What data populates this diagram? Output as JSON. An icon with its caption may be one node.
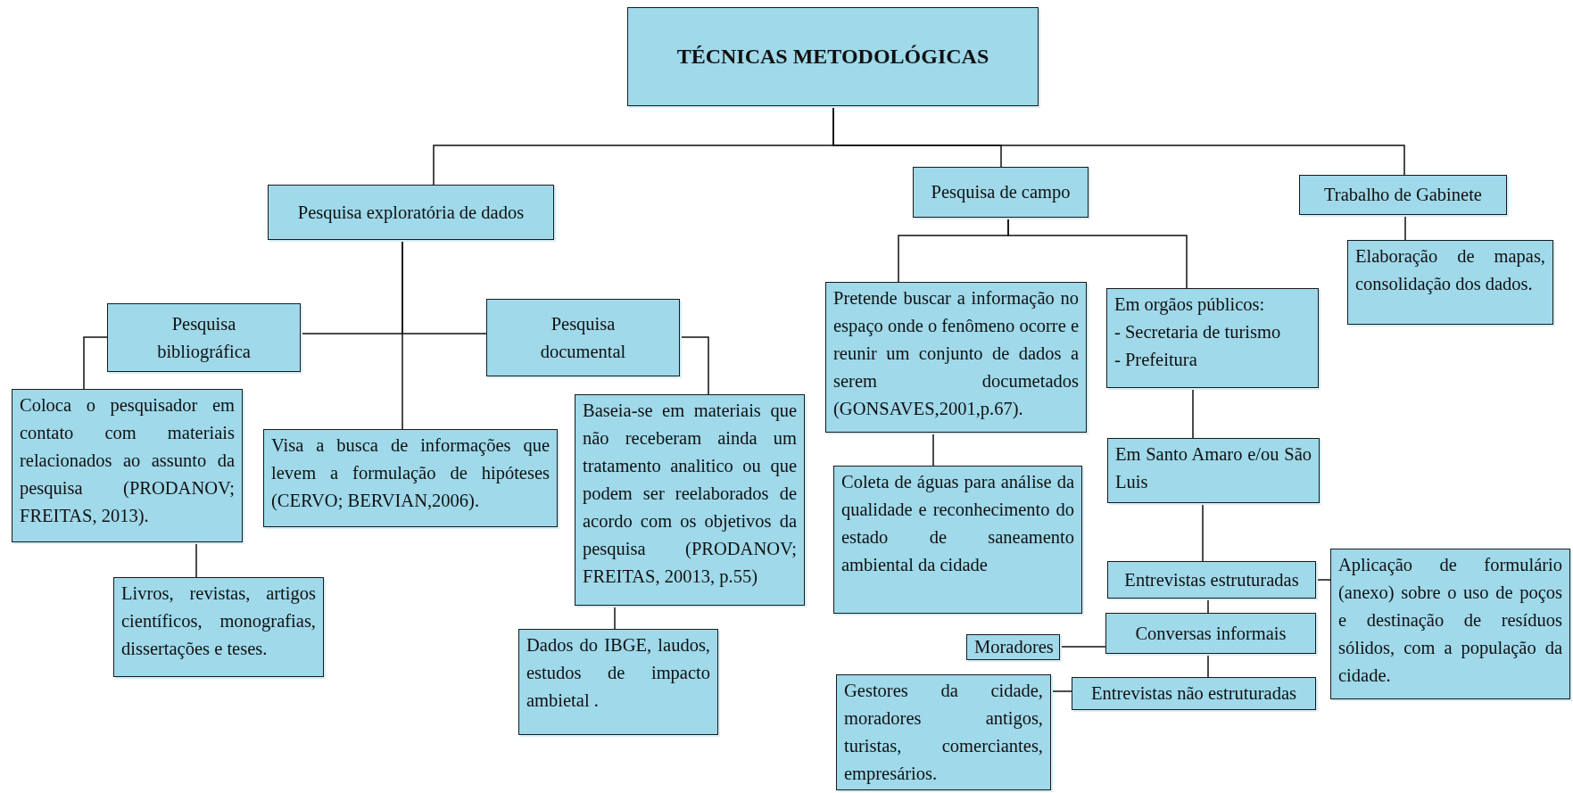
{
  "diagram": {
    "nodes": [
      {
        "text": [
          "TÉCNICAS METODOLÓGICAS"
        ]
      },
      {
        "text": [
          "Pesquisa exploratória de dados"
        ]
      },
      {
        "text": [
          "Pesquisa de campo"
        ]
      },
      {
        "text": [
          "Trabalho de Gabinete"
        ]
      },
      {
        "text": [
          "Pesquisa bibliográfica"
        ]
      },
      {
        "text": [
          "Pesquisa documental"
        ]
      },
      {
        "text": [
          "Coloca o pesquisador em contato com materiais relacionados ao assunto da pesquisa (PRODANOV; FREITAS, 2013)."
        ]
      },
      {
        "text": [
          "Visa a busca de informações que levem a formulação de hipóteses (CERVO; BERVIAN,2006)."
        ]
      },
      {
        "text": [
          "Baseia-se em materiais que não receberam ainda um tratamento analitico ou que podem ser reelaborados de acordo com os objetivos da pesquisa (PRODANOV; FREITAS, 20013, p.55)"
        ]
      },
      {
        "text": [
          "Livros, revistas, artigos científicos, monografias, dissertações e teses."
        ]
      },
      {
        "text": [
          "Dados do IBGE, laudos, estudos de impacto ambietal ."
        ]
      },
      {
        "text": [
          "Pretende buscar a informação no espaço onde o fenômeno ocorre e reunir um conjunto de dados a serem documetados (GONSAVES,2001,p.67)."
        ]
      },
      {
        "text": [
          "Em orgãos públicos:",
          "- Secretaria de turismo",
          "- Prefeitura"
        ]
      },
      {
        "text": [
          "Elaboração de mapas, consolidação dos dados."
        ]
      },
      {
        "text": [
          "Coleta de águas para análise da qualidade e reconhecimento do estado de saneamento ambiental da cidade"
        ]
      },
      {
        "text": [
          "Em Santo Amaro e/ou São Luis"
        ]
      },
      {
        "text": [
          "Entrevistas estruturadas"
        ]
      },
      {
        "text": [
          "Aplicação de formulário (anexo) sobre o uso de poços e destinação de resíduos sólidos, com a população da cidade."
        ]
      },
      {
        "text": [
          "Conversas informais"
        ]
      },
      {
        "text": [
          "Moradores"
        ]
      },
      {
        "text": [
          "Entrevistas não estruturadas"
        ]
      },
      {
        "text": [
          "Gestores da cidade, moradores antigos, turistas, comerciantes, empresários."
        ]
      }
    ],
    "edges": [
      {
        "from": 0,
        "to": 1,
        "arrow": "none"
      },
      {
        "from": 0,
        "to": 2,
        "arrow": "none"
      },
      {
        "from": 0,
        "to": 3,
        "arrow": "none"
      },
      {
        "from": 1,
        "to": 4,
        "arrow": "none"
      },
      {
        "from": 1,
        "to": 5,
        "arrow": "none"
      },
      {
        "from": 1,
        "to": 7,
        "arrow": "none"
      },
      {
        "from": 4,
        "to": 6,
        "arrow": "none"
      },
      {
        "from": 6,
        "to": 9,
        "arrow": "none"
      },
      {
        "from": 5,
        "to": 8,
        "arrow": "none"
      },
      {
        "from": 8,
        "to": 10,
        "arrow": "none"
      },
      {
        "from": 2,
        "to": 11,
        "arrow": "none"
      },
      {
        "from": 2,
        "to": 12,
        "arrow": "none"
      },
      {
        "from": 3,
        "to": 13,
        "arrow": "none"
      },
      {
        "from": 11,
        "to": 14,
        "arrow": "none"
      },
      {
        "from": 12,
        "to": 15,
        "arrow": "none"
      },
      {
        "from": 15,
        "to": 16,
        "arrow": "none"
      },
      {
        "from": 16,
        "to": 17,
        "arrow": "none"
      },
      {
        "from": 16,
        "to": 18,
        "arrow": "none"
      },
      {
        "from": 18,
        "to": 19,
        "arrow": "none"
      },
      {
        "from": 18,
        "to": 20,
        "arrow": "none"
      },
      {
        "from": 20,
        "to": 21,
        "arrow": "none"
      }
    ]
  }
}
